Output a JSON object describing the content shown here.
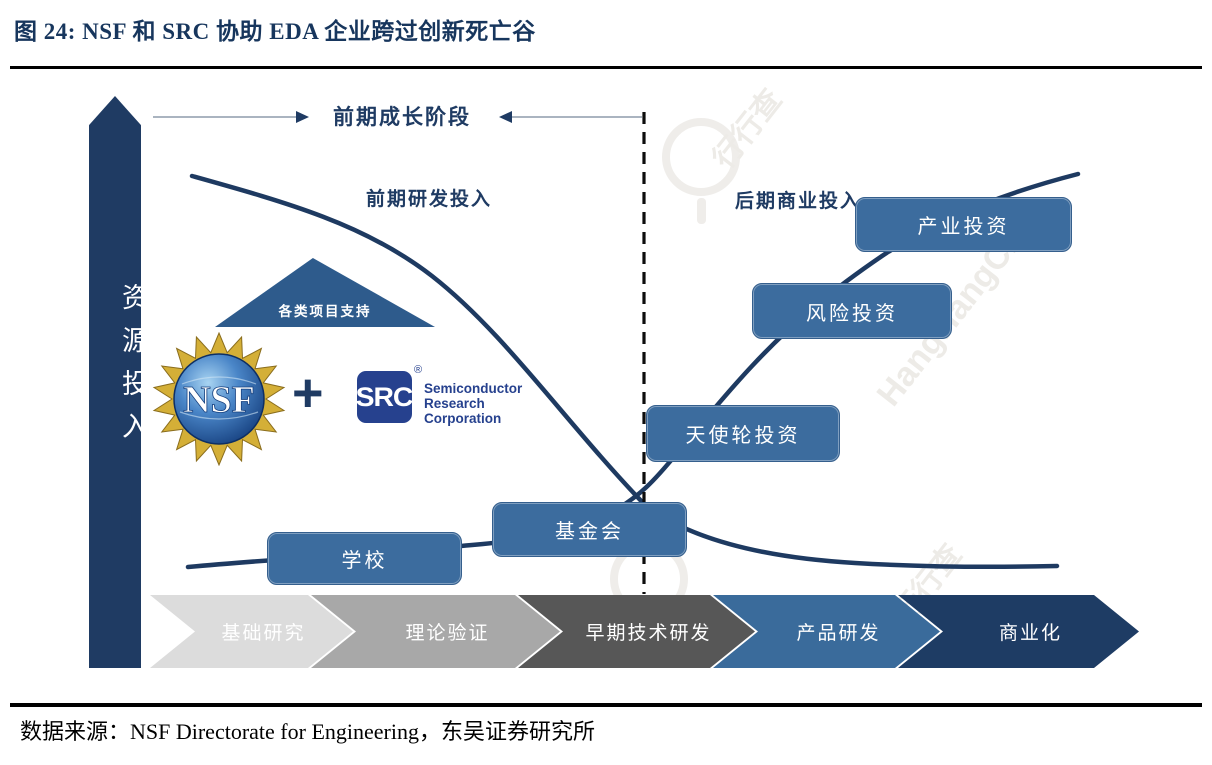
{
  "figure": {
    "title": "图 24:  NSF 和 SRC 协助 EDA 企业跨过创新死亡谷",
    "source": "数据来源：NSF Directorate for Engineering，东吴证券研究所"
  },
  "diagram": {
    "y_axis_label": "资源投入",
    "top_phase_label": "前期成长阶段",
    "curve_labels": {
      "early_rd": "前期研发投入",
      "late_commercial": "后期商业投入"
    },
    "support_triangle_label": "各类项目支持",
    "nsf_logo_text": "NSF",
    "plus_sign": "+",
    "src_logo_text": "SRC",
    "src_registered_mark": "®",
    "src_caption_line1": "Semiconductor",
    "src_caption_line2": "Research",
    "src_caption_line3": "Corporation",
    "funding_boxes": [
      {
        "label": "学校"
      },
      {
        "label": "基金会"
      },
      {
        "label": "天使轮投资"
      },
      {
        "label": "风险投资"
      },
      {
        "label": "产业投资"
      }
    ],
    "stage_chevrons": [
      {
        "label": "基础研究",
        "color": "#DCDCDC"
      },
      {
        "label": "理论验证",
        "color": "#A8A8A8"
      },
      {
        "label": "早期技术研发",
        "color": "#575757"
      },
      {
        "label": "产品研发",
        "color": "#3A6B9B"
      },
      {
        "label": "商业化",
        "color": "#1E3C64"
      }
    ],
    "colors": {
      "navy": "#1F3B63",
      "box_blue": "#3C6C9E",
      "triangle_blue": "#2E5B8C",
      "src_blue": "#26418E",
      "title_navy": "#17365D"
    }
  },
  "watermark": {
    "text": "行行查",
    "subtext": "HangHangCha"
  }
}
